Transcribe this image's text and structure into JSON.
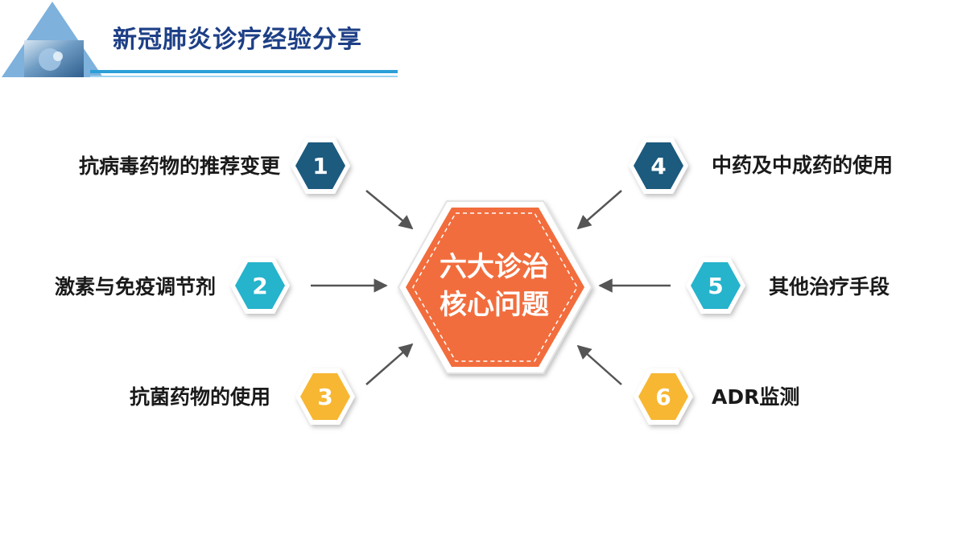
{
  "header": {
    "title": "新冠肺炎诊疗经验分享"
  },
  "center": {
    "line1": "六大诊治",
    "line2": "核心问题"
  },
  "items": [
    {
      "number": "1",
      "label": "抗病毒药物的推荐变更"
    },
    {
      "number": "2",
      "label": "激素与免疫调节剂"
    },
    {
      "number": "3",
      "label": "抗菌药物的使用"
    },
    {
      "number": "4",
      "label": "中药及中成药的使用"
    },
    {
      "number": "5",
      "label": "其他治疗手段"
    },
    {
      "number": "6",
      "label": "ADR监测"
    }
  ],
  "colors": {
    "title": "#1d3f86",
    "accent_line": "#2b9fd8",
    "center_fill": "#f26d3d",
    "hex_dark_blue": "#1c5a7e",
    "hex_cyan": "#27b3cc",
    "hex_yellow": "#f7b731",
    "arrow": "#555555"
  }
}
